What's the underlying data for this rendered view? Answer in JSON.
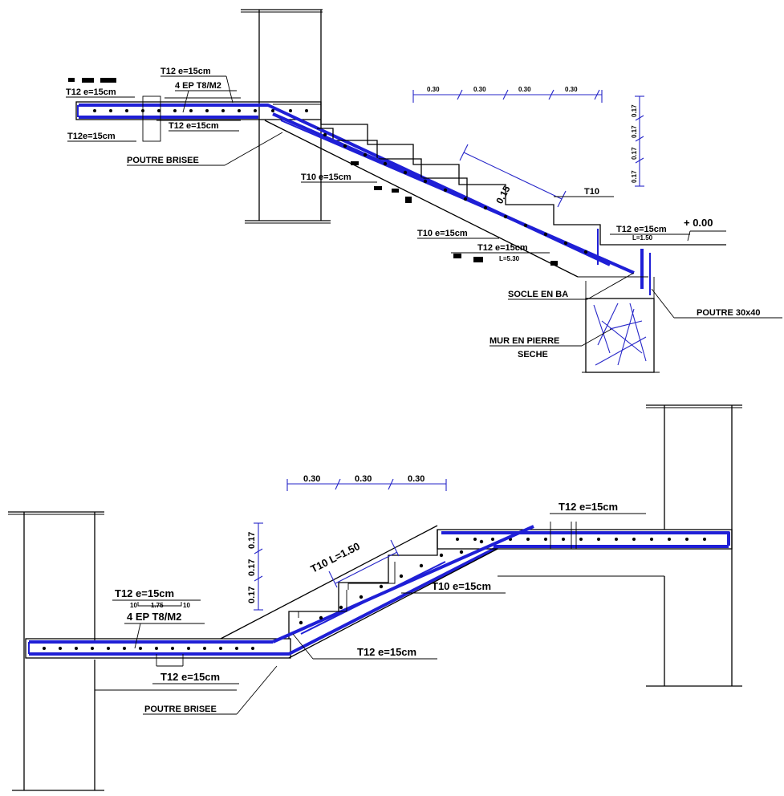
{
  "colors": {
    "rebar": "#1f1fd6",
    "line": "#000000",
    "background": "#ffffff"
  },
  "top": {
    "steps": [
      "0.30",
      "0.30",
      "0.30",
      "0.30"
    ],
    "risers": [
      "0.17",
      "0.17",
      "0.17",
      "0.17"
    ],
    "labels": {
      "t12_top_left": "T12 e=15cm",
      "t12_top_mid": "T12 e=15cm",
      "ep": "4 EP T8/M2",
      "t12_mid": "T12 e=15cm",
      "t12_low": "T12e=15cm",
      "poutre_brisee": "POUTRE BRISEE",
      "t10_a": "T10 e=15cm",
      "t10_b": "T10",
      "t10_c": "T10 e=15cm",
      "t12_slab": "T12 e=15cm",
      "thickness": "0.15",
      "l_530": "L=5.30",
      "t12_right": "T12 e=15cm",
      "elevation": "+ 0.00",
      "l_150": "L=1.50",
      "socle": "SOCLE EN BA",
      "poutre": "POUTRE 30x40",
      "mur_1": "MUR EN PIERRE",
      "mur_2": "SECHE"
    }
  },
  "bottom": {
    "steps": [
      "0.30",
      "0.30",
      "0.30"
    ],
    "risers": [
      "0.17",
      "0.17",
      "0.17"
    ],
    "labels": {
      "t12_right": "T12 e=15cm",
      "t10_l": "T10  L=1.50",
      "t10_e": "T10 e=15cm",
      "t12_left": "T12  e=15cm",
      "small_a": "10",
      "small_b": "1.75",
      "small_c": "10",
      "ep": "4 EP T8/M2",
      "t12_slope": "T12 e=15cm",
      "t12_bottom": "T12 e=15cm",
      "poutre_brisee": "POUTRE BRISEE"
    }
  }
}
